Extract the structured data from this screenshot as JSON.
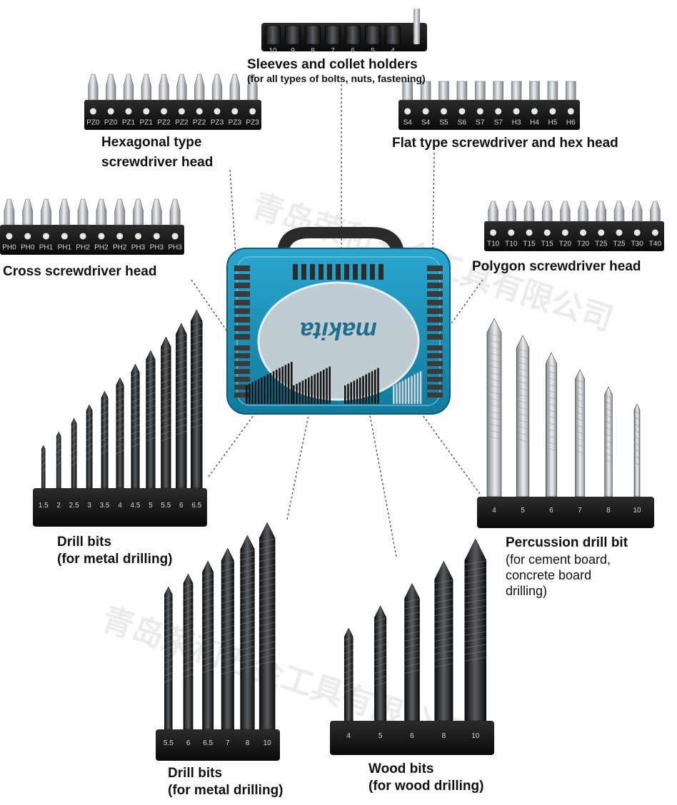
{
  "logo_text": "makita",
  "watermark_text": "青岛荣和五金工具有限公司",
  "labels": {
    "sleeves": {
      "title": "Sleeves and collet holders",
      "sub": "(for all types of bolts, nuts, fastening)"
    },
    "hexagonal": {
      "line1": "Hexagonal type",
      "line2": "screwdriver head"
    },
    "flat": {
      "title": "Flat type screwdriver and hex head"
    },
    "cross": {
      "title": "Cross screwdriver head"
    },
    "polygon": {
      "title": "Polygon screwdriver head"
    },
    "drill_metal_1": {
      "line1": "Drill bits",
      "line2": "(for metal drilling)"
    },
    "percussion": {
      "title": "Percussion drill bit",
      "line1": "(for cement board,",
      "line2": "concrete board",
      "line3": "drilling)"
    },
    "drill_metal_2": {
      "line1": "Drill bits",
      "line2": "(for metal drilling)"
    },
    "wood": {
      "line1": "Wood bits",
      "line2": "(for wood drilling)"
    }
  },
  "sets": {
    "sleeves": [
      "10",
      "9",
      "8",
      "7",
      "6",
      "5",
      "4"
    ],
    "hexagonal": [
      "PZ0",
      "PZ0",
      "PZ1",
      "PZ1",
      "PZ2",
      "PZ2",
      "PZ2",
      "PZ3",
      "PZ3",
      "PZ3"
    ],
    "flat": [
      "S4",
      "S4",
      "S5",
      "S6",
      "S7",
      "S7",
      "H3",
      "H4",
      "H5",
      "H6"
    ],
    "cross": [
      "PH0",
      "PH0",
      "PH1",
      "PH1",
      "PH2",
      "PH2",
      "PH2",
      "PH3",
      "PH3",
      "PH3"
    ],
    "polygon": [
      "T10",
      "T10",
      "T15",
      "T15",
      "T20",
      "T20",
      "T25",
      "T25",
      "T30",
      "T40"
    ],
    "drill_metal_1": [
      "1.5",
      "2",
      "2.5",
      "3",
      "3.5",
      "4",
      "4.5",
      "5",
      "5.5",
      "6",
      "6.5"
    ],
    "percussion": [
      "10",
      "8",
      "7",
      "6",
      "5",
      "4"
    ],
    "drill_metal_2": [
      "5.5",
      "6",
      "6.5",
      "7",
      "8",
      "10"
    ],
    "wood": [
      "4",
      "5",
      "6",
      "8",
      "10"
    ]
  },
  "colors": {
    "case": "#1b8fb5",
    "case_dark": "#0f5f7d",
    "bit_dark": "#1c1c1c",
    "bit_steel": "#b9bcc0",
    "holder": "#161616",
    "dotted_line": "#555555"
  }
}
